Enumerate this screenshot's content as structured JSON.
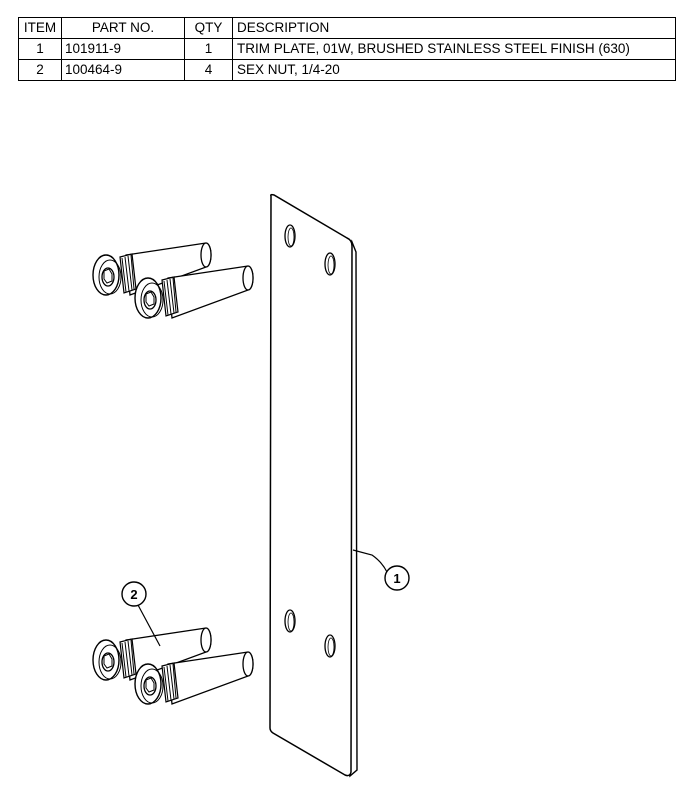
{
  "bom": {
    "headers": {
      "item": "ITEM",
      "part_no": "PART NO.",
      "qty": "QTY",
      "description": "DESCRIPTION"
    },
    "rows": [
      {
        "item": "1",
        "part_no": "101911-9",
        "qty": "1",
        "description": "TRIM PLATE, 01W, BRUSHED STAINLESS STEEL FINISH (630)"
      },
      {
        "item": "2",
        "part_no": "100464-9",
        "qty": "4",
        "description": "SEX NUT, 1/4-20"
      }
    ]
  },
  "callouts": [
    {
      "label": "1",
      "refers_to": "TRIM PLATE"
    },
    {
      "label": "2",
      "refers_to": "SEX NUT"
    }
  ]
}
